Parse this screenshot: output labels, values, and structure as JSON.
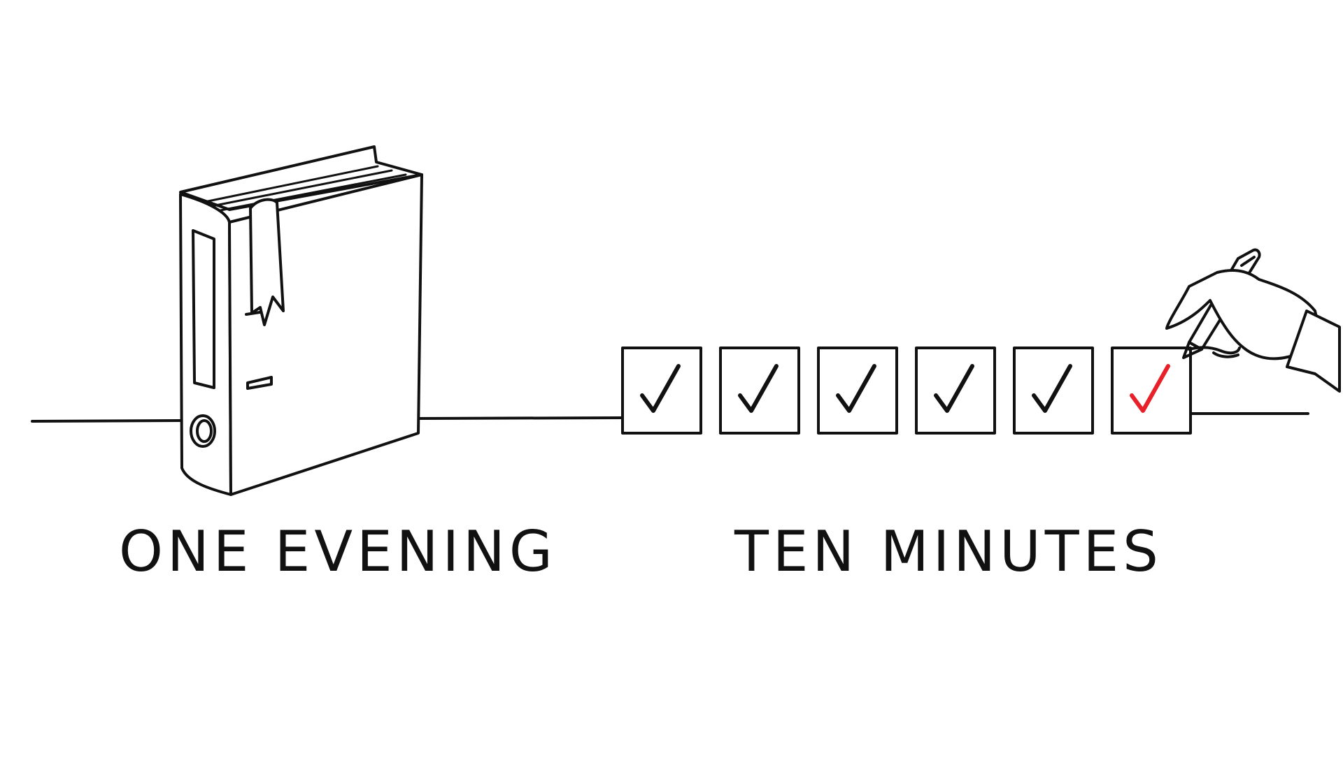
{
  "captions": {
    "left": "ONE EVENING",
    "right": "TEN MINUTES"
  },
  "checklist": {
    "total_boxes": 6,
    "checked": 6,
    "completed_in_ink": 5,
    "being_marked_index": 5
  },
  "colors": {
    "ink": "#111111",
    "accent_check": "#e8202a",
    "background": "#ffffff"
  },
  "icons": [
    "binder-icon",
    "bookmark-ribbon-icon",
    "checkbox-icon",
    "checkmark-icon",
    "hand-with-pen-icon"
  ]
}
